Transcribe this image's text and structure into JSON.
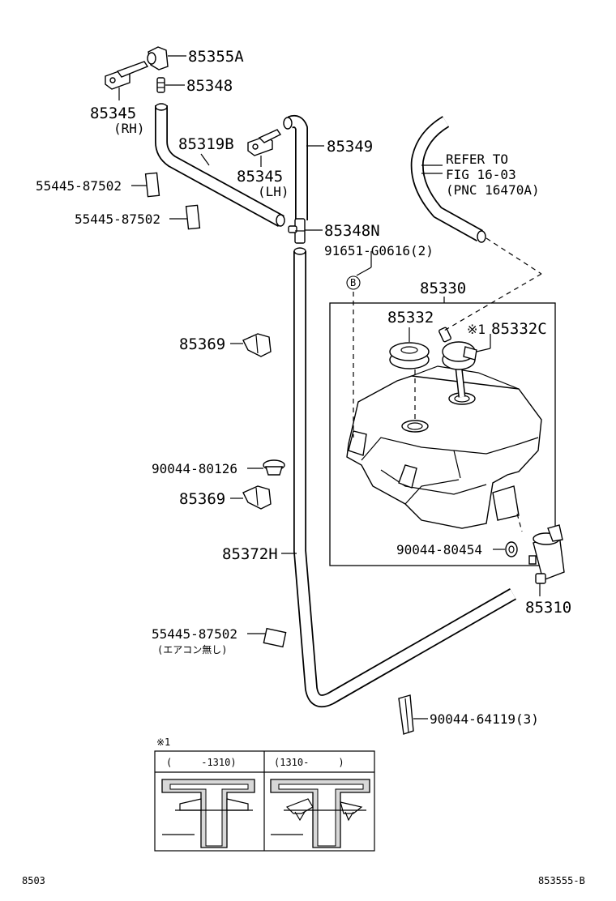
{
  "labels": {
    "p85355A": "85355A",
    "p85348": "85348",
    "p85345rh": "85345",
    "rh": "(RH)",
    "p85319B": "85319B",
    "p85349": "85349",
    "p85345lh": "85345",
    "lh": "(LH)",
    "p5544587502a": "55445-87502",
    "p5544587502b": "55445-87502",
    "p85348N": "85348N",
    "p91651": "91651-G0616(2)",
    "refer1": "REFER TO",
    "refer2": "FIG 16-03",
    "refer3": "(PNC 16470A)",
    "p85330": "85330",
    "circleB": "B",
    "p85332": "85332",
    "note1": "※1",
    "p85332C": "85332C",
    "p85369a": "85369",
    "p9004480126": "90044-80126",
    "p85369b": "85369",
    "p85372H": "85372H",
    "p9004480454": "90044-80454",
    "p85310": "85310",
    "p5544587502c": "55445-87502",
    "noAc": "(エアコン無し)",
    "p9004464119": "90044-64119(3)",
    "noteBox": "※1",
    "colLeft": "(　　　-1310)",
    "colRight": "(1310-　　　)",
    "footerLeft": "8503",
    "footerRight": "853555-B"
  }
}
